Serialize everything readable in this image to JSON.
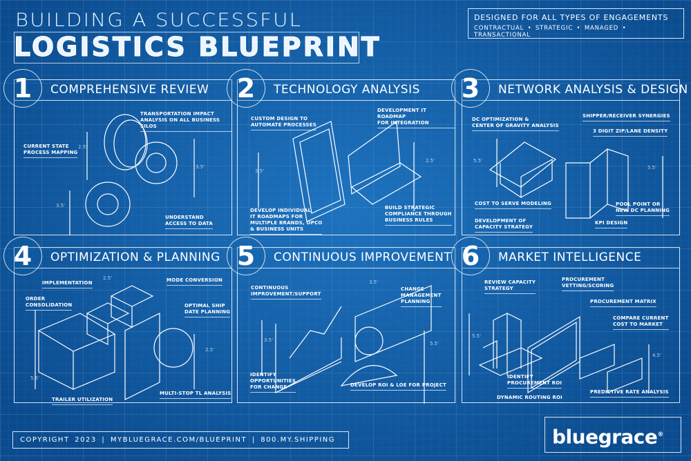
{
  "header": {
    "title_line1": "BUILDING A SUCCESSFUL",
    "title_line2": "LOGISTICS BLUEPRINT"
  },
  "engagements": {
    "heading": "DESIGNED FOR ALL TYPES OF ENGAGEMENTS",
    "types": "CONTRACTUAL • STRATEGIC • MANAGED • TRANSACTIONAL"
  },
  "panels": [
    {
      "number": "1",
      "title": "COMPREHENSIVE REVIEW",
      "labels": [
        "TRANSPORTATION IMPACT\nANALYSIS ON ALL BUSINESS SILOS",
        "CURRENT STATE\nPROCESS MAPPING",
        "UNDERSTAND\nACCESS TO DATA"
      ],
      "dims": [
        "2.5'",
        "3.5'",
        "3.5'"
      ]
    },
    {
      "number": "2",
      "title": "TECHNOLOGY ANALYSIS",
      "labels": [
        "CUSTOM DESIGN TO\nAUTOMATE PROCESSES",
        "DEVELOPMENT IT ROADMAP\nFOR INTEGRATION",
        "DEVELOP INDIVIDUAL\nIT ROADMAPS FOR\nMULTIPLE BRANDS, OPCO\n& BUSINESS UNITS",
        "BUILD STRATEGIC\nCOMPLIANCE THROUGH\nBUSINESS RULES"
      ],
      "dims": [
        "3.5'",
        "2.5'"
      ]
    },
    {
      "number": "3",
      "title": "NETWORK ANALYSIS & DESIGN",
      "labels": [
        "DC OPTIMIZATION &\nCENTER OF GRAVITY ANALYSIS",
        "SHIPPER/RECEIVER SYNERGIES",
        "3 DIGIT ZIP/LANE DENSITY",
        "COST TO SERVE MODELING",
        "POOL POINT OR\nNEW DC PLANNING",
        "DEVELOPMENT OF\nCAPACITY STRATEGY",
        "KPI DESIGN"
      ],
      "dims": [
        "5.5'",
        "5.5'"
      ]
    },
    {
      "number": "4",
      "title": "OPTIMIZATION & PLANNING",
      "labels": [
        "IMPLEMENTATION",
        "ORDER\nCONSOLIDATION",
        "MODE CONVERSION",
        "OPTIMAL SHIP\nDATE PLANNING",
        "MULTI-STOP TL ANALYSIS",
        "TRAILER UTILIZATION"
      ],
      "dims": [
        "2.5'",
        "5.5'",
        "2.5'"
      ]
    },
    {
      "number": "5",
      "title": "CONTINUOUS IMPROVEMENT",
      "labels": [
        "CONTINUOUS\nIMPROVEMENT/SUPPORT",
        "CHANGE\nMANAGEMENT\nPLANNING",
        "IDENTIFY\nOPPORTUNITIES\nFOR CHANGE",
        "DEVELOP ROI & LOE FOR PROJECT"
      ],
      "dims": [
        "3.5'",
        "3.5'",
        "5.5'"
      ]
    },
    {
      "number": "6",
      "title": "MARKET INTELLIGENCE",
      "labels": [
        "REVIEW CAPACITY\nSTRATEGY",
        "PROCUREMENT\nVETTING/SCORING",
        "PROCUREMENT MATRIX",
        "COMPARE CURRENT\nCOST TO MARKET",
        "IDENTIFY\nPROCUREMENT ROI",
        "PREDICTIVE RATE ANALYSIS",
        "DYNAMIC ROUTING ROI"
      ],
      "dims": [
        "5.5'",
        "4.5'"
      ]
    }
  ],
  "footer": {
    "text": "COPYRIGHT 2023 | MYBLUEGRACE.COM/BLUEPRINT | 800.MY.SHIPPING"
  },
  "logo": {
    "text": "bluegrace",
    "mark": "®"
  }
}
